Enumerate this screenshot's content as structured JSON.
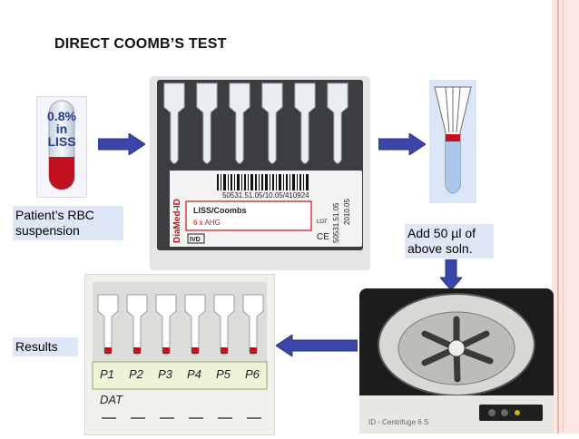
{
  "title": "DIRECT COOMB’S TEST",
  "labels": {
    "rbc": "Patient’s RBC suspension",
    "add": "Add 50 µl of above soln.",
    "results": "Results"
  },
  "tube_text": [
    "0.8%",
    "in",
    "LISS"
  ],
  "gelcard": {
    "barcode": "50531.51.05/10.05/410924",
    "brand": "DiaMed-ID",
    "product": "LISS/Coombs",
    "content": "6 x AHG",
    "ivd": "IVD",
    "lot": "LOT",
    "lot_number": "50531.51.05",
    "expiry": "2010.05",
    "ce": "CE"
  },
  "results_card": {
    "columns": [
      "P1",
      "P2",
      "P3",
      "P4",
      "P5",
      "P6"
    ],
    "note": "DAT"
  },
  "centrifuge_label": "ID - Centrifuge 6 S",
  "colors": {
    "arrow": "#3b46a8",
    "label_bg": "#dfe7f7",
    "blood": "#c2121f"
  }
}
